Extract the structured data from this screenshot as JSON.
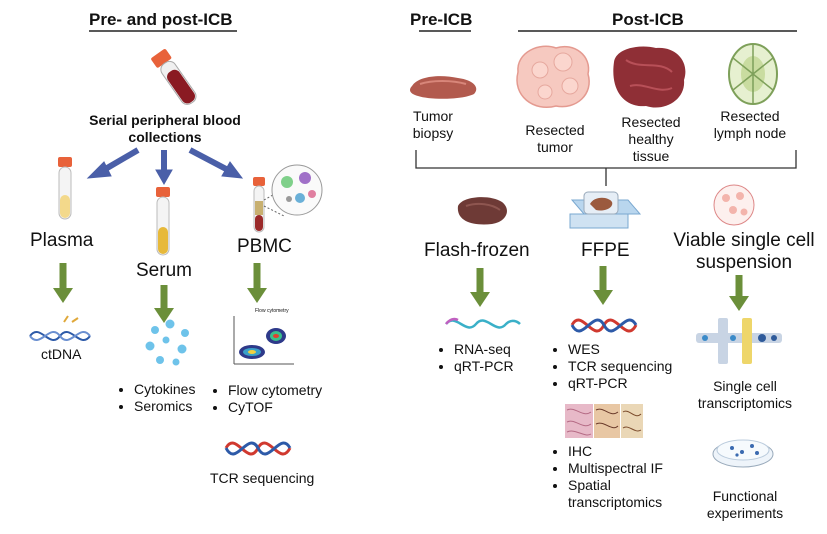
{
  "left": {
    "title": "Pre- and post-ICB",
    "collection_line1": "Serial peripheral blood",
    "collection_line2": "collections",
    "branches": [
      {
        "label": "Plasma",
        "result": "ctDNA"
      },
      {
        "label": "Serum",
        "items": [
          "Cytokines",
          "Seromics"
        ]
      },
      {
        "label": "PBMC",
        "items": [
          "Flow cytometry",
          "CyTOF"
        ],
        "extra": "TCR sequencing",
        "flow_panel_title": "Flow cytometry"
      }
    ]
  },
  "right": {
    "pre_title": "Pre-ICB",
    "post_title": "Post-ICB",
    "samples": [
      {
        "line1": "Tumor",
        "line2": "biopsy"
      },
      {
        "line1": "Resected",
        "line2": "tumor"
      },
      {
        "line1": "Resected",
        "line2": "healthy",
        "line3": "tissue"
      },
      {
        "line1": "Resected",
        "line2": "lymph node"
      }
    ],
    "processing": [
      {
        "label": "Flash-frozen",
        "items": [
          "RNA-seq",
          "qRT-PCR"
        ]
      },
      {
        "label": "FFPE",
        "items": [
          "WES",
          "TCR sequencing",
          "qRT-PCR"
        ],
        "items2": [
          "IHC",
          "Multispectral IF",
          "Spatial transcriptomics"
        ]
      },
      {
        "label_line1": "Viable single cell",
        "label_line2": "suspension",
        "result1_line1": "Single cell",
        "result1_line2": "transcriptomics",
        "result2_line1": "Functional",
        "result2_line2": "experiments"
      }
    ]
  },
  "colors": {
    "green_arrow": "#6b8f3a",
    "blue_arrow": "#4a5fa8",
    "tube_cap": "#e8623a",
    "tissue": "#9b3a40"
  }
}
